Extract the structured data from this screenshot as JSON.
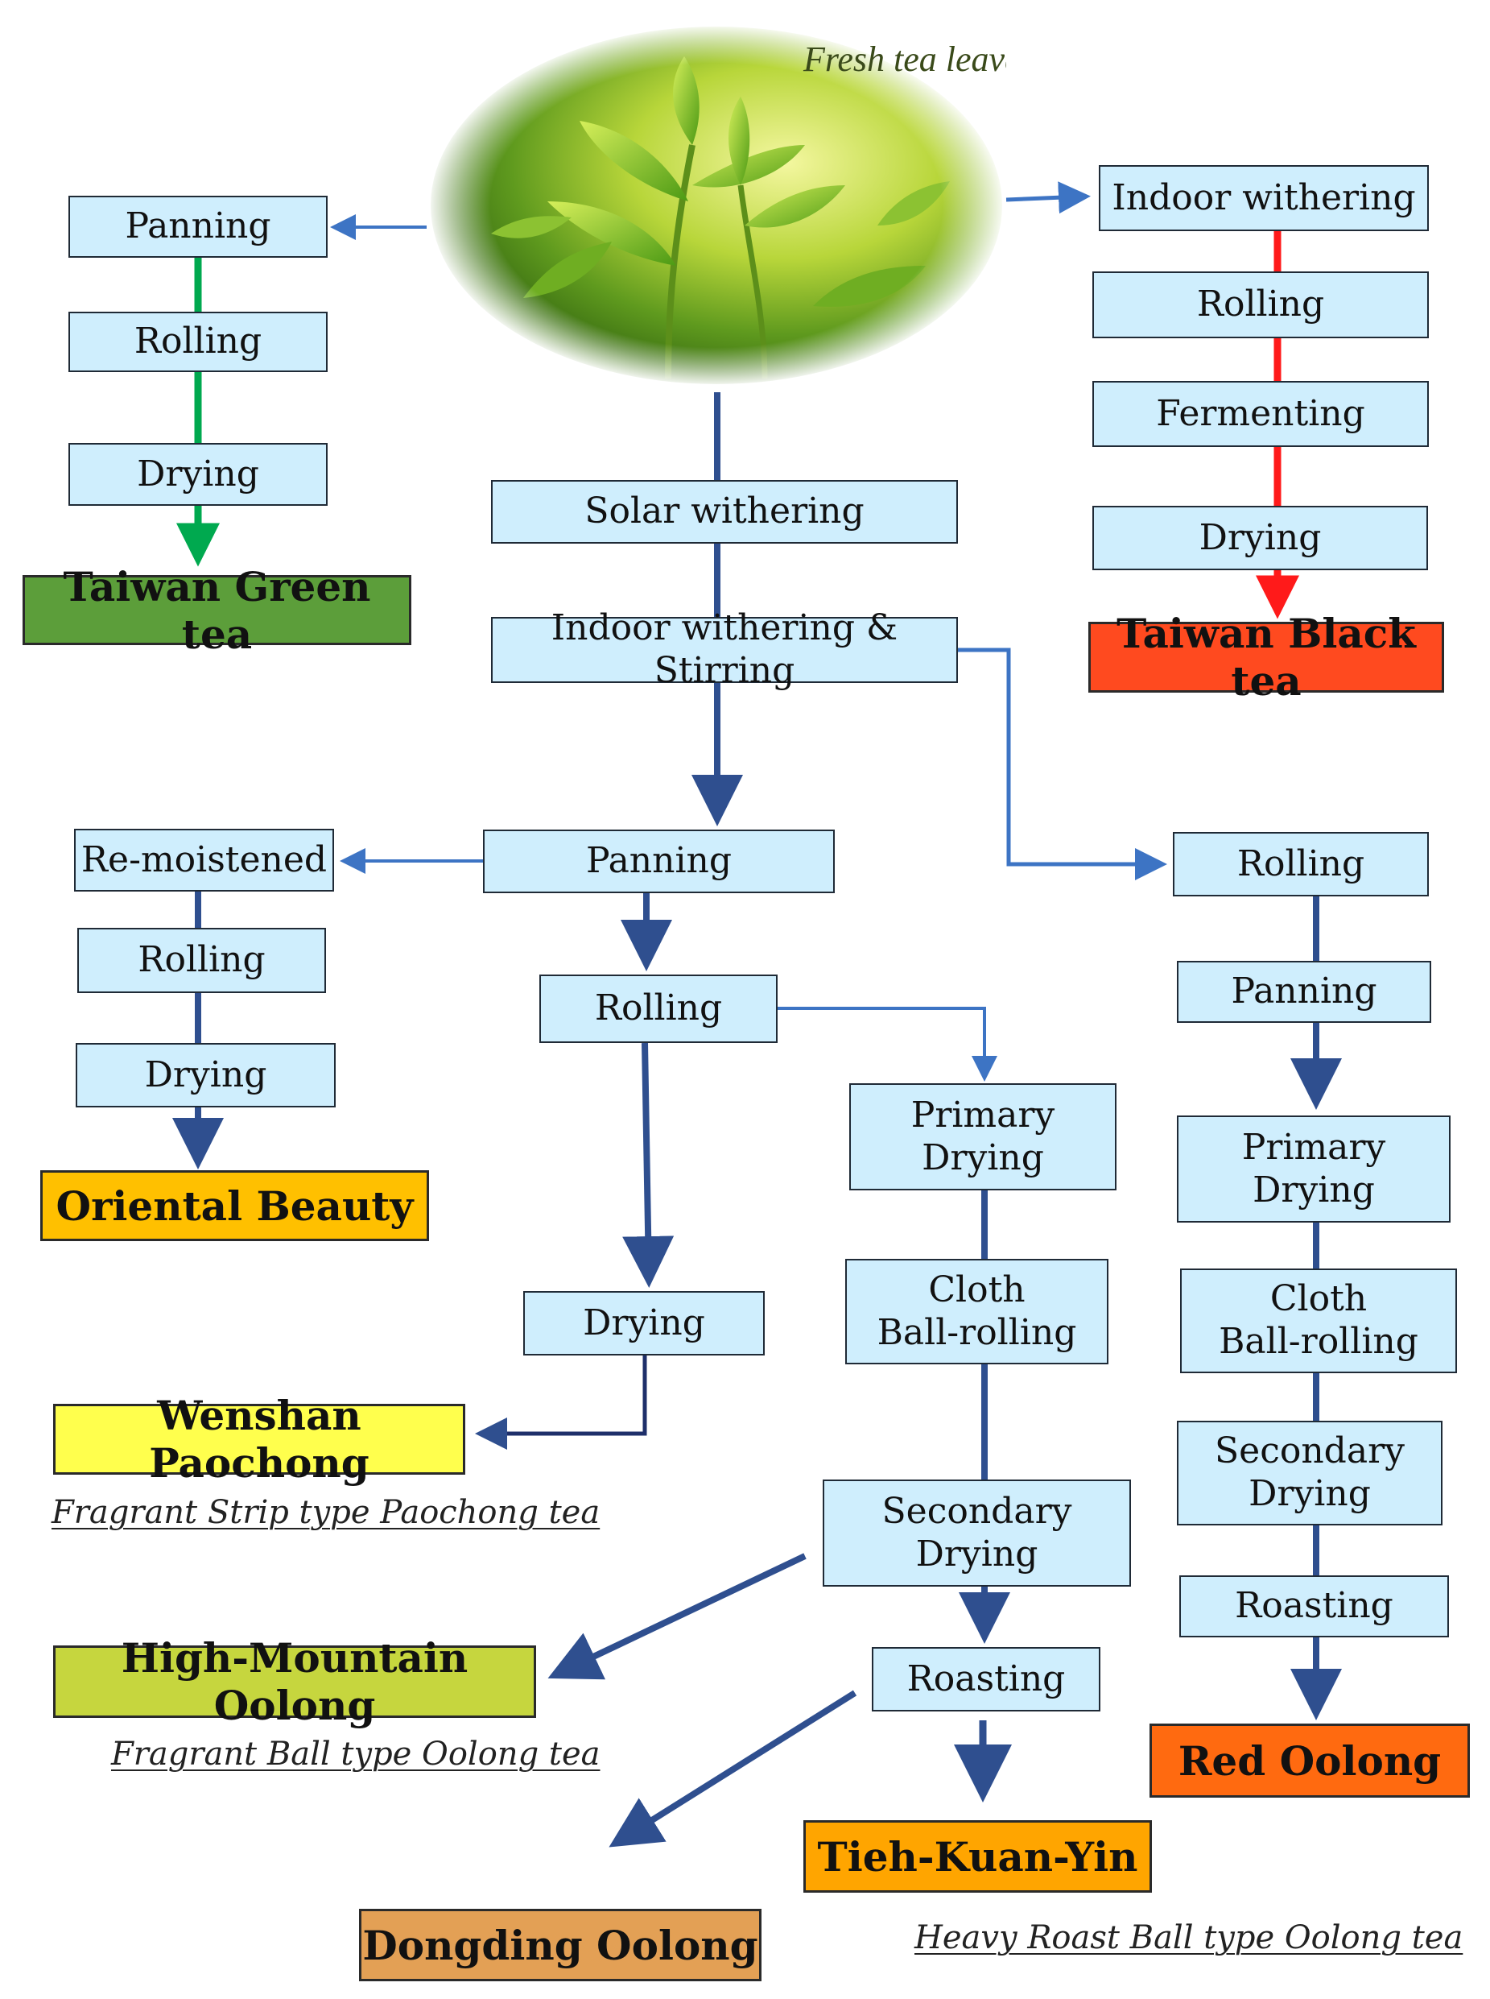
{
  "image": {
    "caption": "Fresh tea leaves"
  },
  "green": {
    "steps": [
      "Panning",
      "Rolling",
      "Drying"
    ],
    "product": "Taiwan Green tea",
    "product_color": "#5c9e3a"
  },
  "black": {
    "steps": [
      "Indoor withering",
      "Rolling",
      "Fermenting",
      "Drying"
    ],
    "product": "Taiwan Black tea",
    "product_color": "#ff4a1f"
  },
  "center": {
    "solar": "Solar withering",
    "indoor": "Indoor withering & Stirring",
    "panning": "Panning",
    "rolling": "Rolling",
    "drying": "Drying"
  },
  "oriental": {
    "steps": [
      "Re-moistened",
      "Rolling",
      "Drying"
    ],
    "product": "Oriental Beauty",
    "product_color": "#ffc000"
  },
  "wenshan": {
    "product": "Wenshan Paochong",
    "product_color": "#ffff4d",
    "note": "Fragrant Strip type Paochong tea"
  },
  "ball": {
    "primary": [
      "Primary",
      "Drying"
    ],
    "cloth": [
      "Cloth",
      "Ball-rolling"
    ],
    "secondary": [
      "Secondary",
      "Drying"
    ],
    "roasting": "Roasting"
  },
  "highmountain": {
    "product": "High-Mountain Oolong",
    "product_color": "#c6d63e",
    "note": "Fragrant Ball type Oolong tea"
  },
  "tieh": {
    "product": "Tieh-Kuan-Yin",
    "product_color": "#ffa500",
    "note": "Heavy Roast Ball type Oolong tea"
  },
  "dongding": {
    "product": "Dongding Oolong",
    "product_color": "#e3a055"
  },
  "red": {
    "rolling": "Rolling",
    "panning": "Panning",
    "primary": [
      "Primary",
      "Drying"
    ],
    "cloth": [
      "Cloth",
      "Ball-rolling"
    ],
    "secondary": [
      "Secondary",
      "Drying"
    ],
    "roasting": "Roasting",
    "product": "Red Oolong",
    "product_color": "#ff6a10"
  },
  "colors": {
    "green_line": "#00a94f",
    "red_line": "#ff1a1a",
    "blue_line": "#2f4f8f",
    "light_blue_line": "#3d74c4"
  }
}
